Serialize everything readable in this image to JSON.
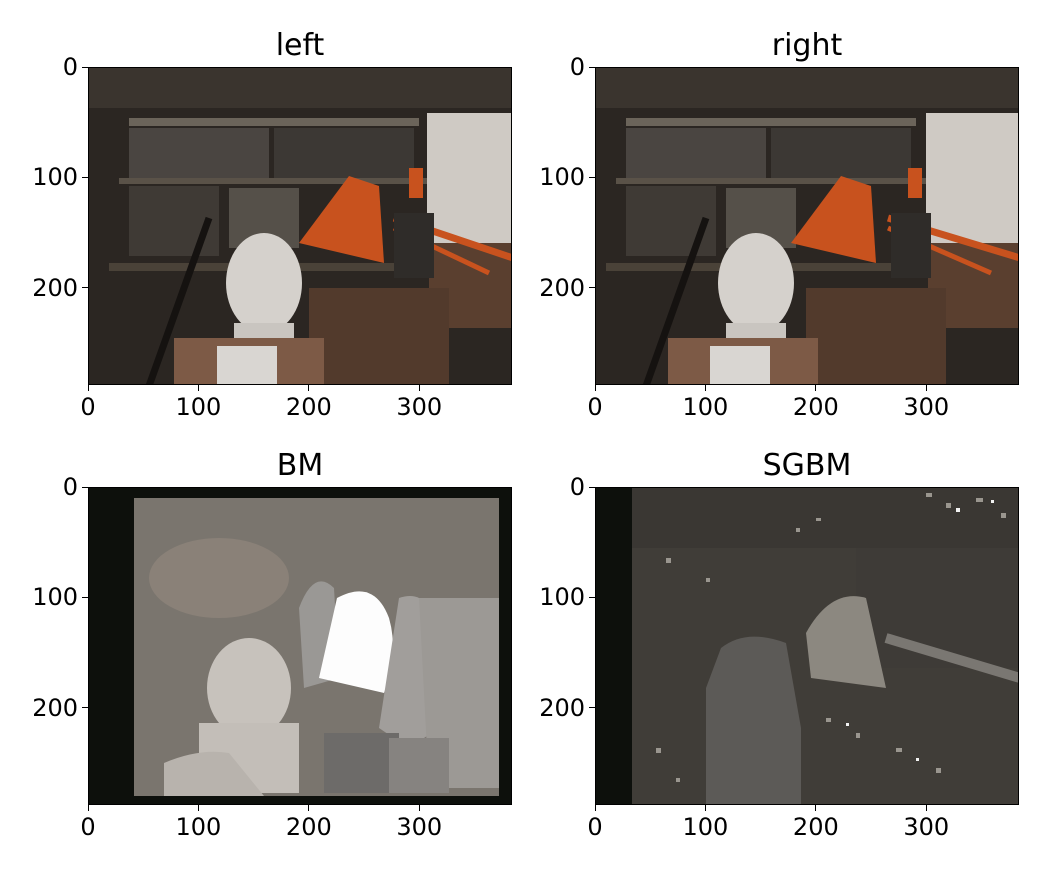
{
  "panels": [
    {
      "key": "left",
      "title": "left",
      "kind": "photo"
    },
    {
      "key": "right",
      "title": "right",
      "kind": "photo"
    },
    {
      "key": "bm",
      "title": "BM",
      "kind": "disparity"
    },
    {
      "key": "sgbm",
      "title": "SGBM",
      "kind": "disparity"
    }
  ],
  "axes": {
    "x_ticks": [
      "0",
      "100",
      "200",
      "300"
    ],
    "y_ticks": [
      "0",
      "100",
      "200"
    ]
  },
  "colors": {
    "lamp": "#c8521e",
    "bm_background": "#7a756e",
    "bm_border": "#0d100c",
    "sgbm_background": "#403d38"
  }
}
